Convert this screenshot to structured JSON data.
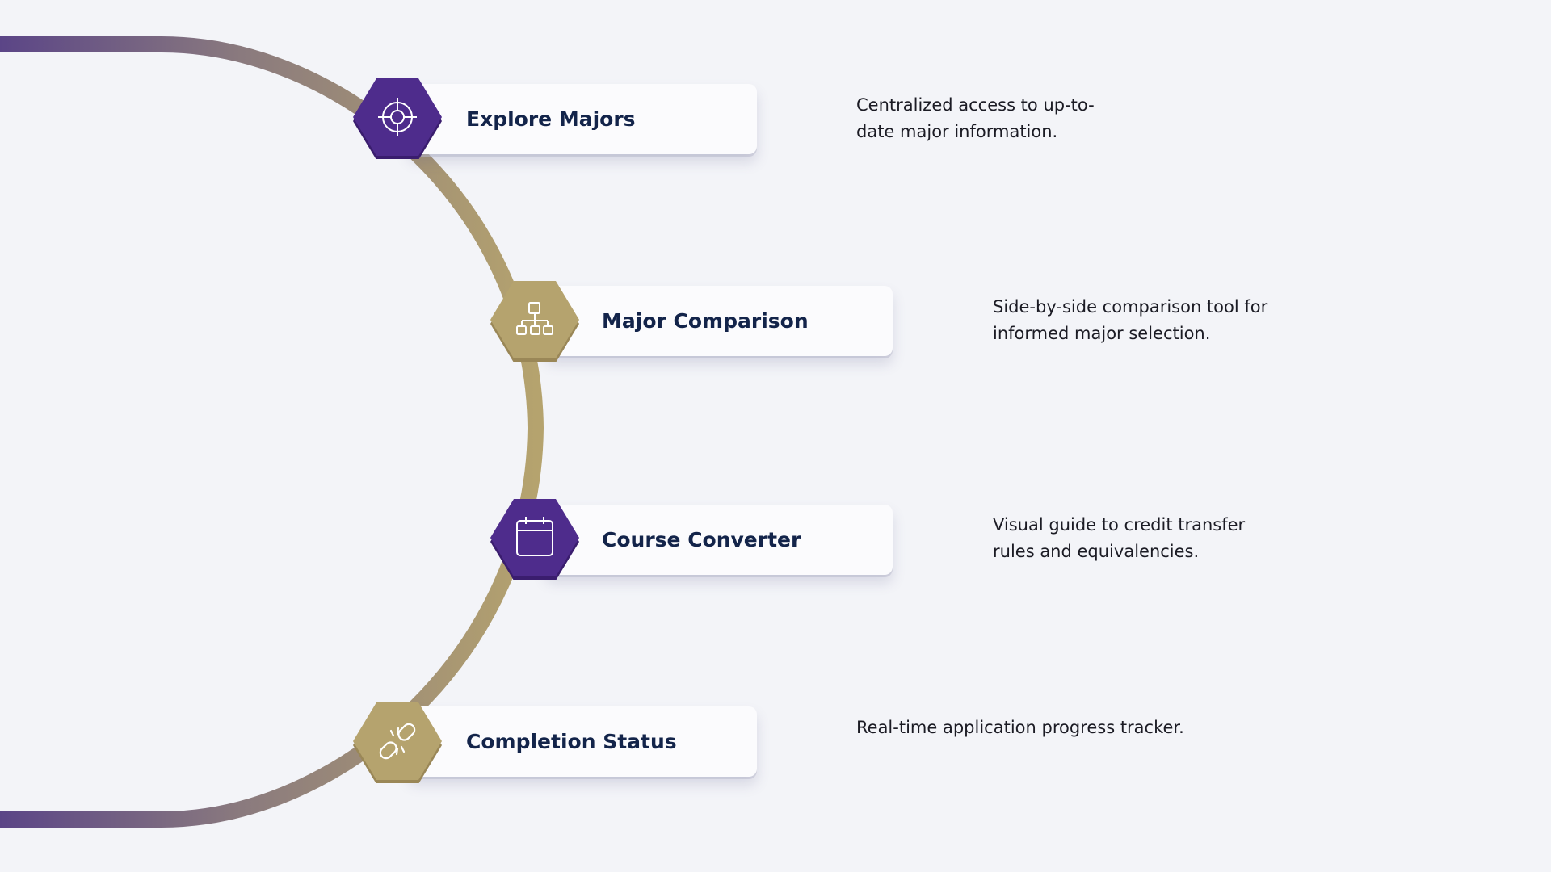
{
  "colors": {
    "purple": "#4e2c8c",
    "purple_dark": "#3a1d6e",
    "gold": "#b5a36e",
    "gold_dark": "#9a8757",
    "background": "#f3f4f8",
    "title_text": "#13244a"
  },
  "steps": [
    {
      "title": "Explore Majors",
      "description": "Centralized access to up-to-date major information.",
      "icon": "crosshair-icon",
      "color": "purple"
    },
    {
      "title": "Major Comparison",
      "description": "Side-by-side comparison tool for informed major selection.",
      "icon": "hierarchy-icon",
      "color": "gold"
    },
    {
      "title": "Course Converter",
      "description": "Visual guide to credit transfer rules and equivalencies.",
      "icon": "calendar-icon",
      "color": "purple"
    },
    {
      "title": "Completion Status",
      "description": "Real-time application progress tracker.",
      "icon": "broken-link-icon",
      "color": "gold"
    }
  ]
}
